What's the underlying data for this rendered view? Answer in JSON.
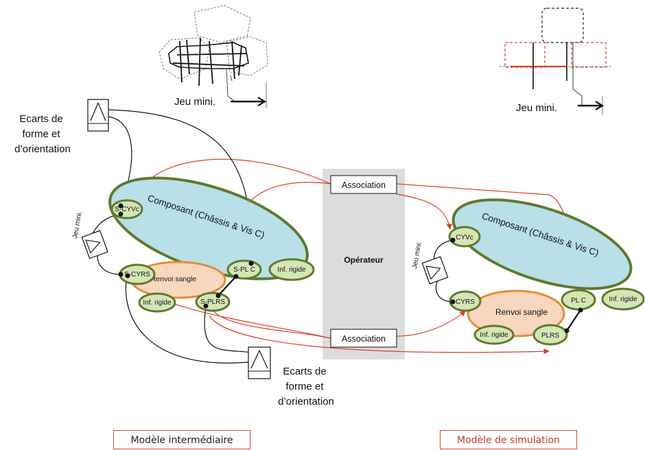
{
  "labels": {
    "jeu_mini_top_left": "Jeu mini.",
    "jeu_mini_top_right": "Jeu mini.",
    "ecarts_top": [
      "Ecarts de",
      "forme et",
      "d’orientation"
    ],
    "ecarts_bottom": [
      "Ecarts de",
      "forme et",
      "d’orientation"
    ],
    "jeu_mini_side_left": "Jeu mini.",
    "jeu_mini_side_right": "Jeu mini.",
    "operateur": "Opérateur",
    "association_top": "Association",
    "association_bottom": "Association",
    "legend_left": "Modèle intermédiaire",
    "legend_right": "Modèle de simulation"
  },
  "left_model": {
    "composant": "Composant (Châssis & Vis C)",
    "renvoi": "Renvoi sangle",
    "nodes": {
      "s_cyvc": "S-CYVc",
      "s_cyrs": "S-CYRS",
      "inf_rigide_renvoi": "Inf. rigide",
      "s_plrs": "S-PLRS",
      "s_plc": "S-PL C",
      "inf_rigide_comp": "Inf. rigide"
    }
  },
  "right_model": {
    "composant": "Composant (Châssis & Vis C)",
    "renvoi": "Renvoi sangle",
    "nodes": {
      "cyvc": "CYVc",
      "cyrs": "CYRS",
      "inf_rigide_renvoi": "Inf. rigide",
      "plrs": "PLRS",
      "plc": "PL C",
      "inf_rigide_comp": "Inf. rigide"
    }
  },
  "colors": {
    "component_fill": "#b9dfe9",
    "component_stroke": "#5f7a2e",
    "renvoi_fill": "#f9d6be",
    "renvoi_stroke": "#e58c33",
    "node_fill": "#d6e5b5",
    "node_stroke": "#5f7a2e",
    "link_red": "#d9402e",
    "operator_fill": "#dcdcdc"
  }
}
